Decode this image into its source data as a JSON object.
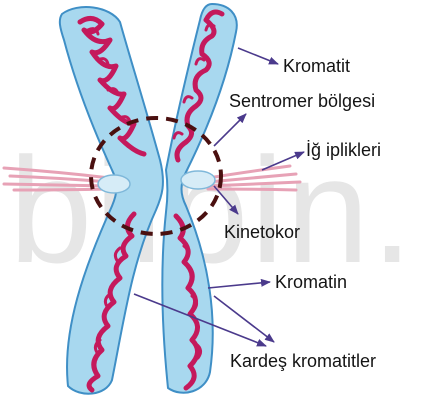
{
  "watermark": "biibin.",
  "labels": {
    "kromatit": "Kromatit",
    "sentromer": "Sentromer bölgesi",
    "ig_iplikleri": "İğ iplikleri",
    "kinetokor": "Kinetokor",
    "kromatin": "Kromatin",
    "kardes_kromatitler": "Kardeş kromatitler"
  },
  "colors": {
    "arrow": "#4b3a8c",
    "chromatid_fill": "#a8d8ef",
    "chromatid_edge": "#3f8fc6",
    "chromatin": "#c4195c",
    "spindle": "#e7a2b6",
    "centromere_ring": "#4a1010"
  }
}
